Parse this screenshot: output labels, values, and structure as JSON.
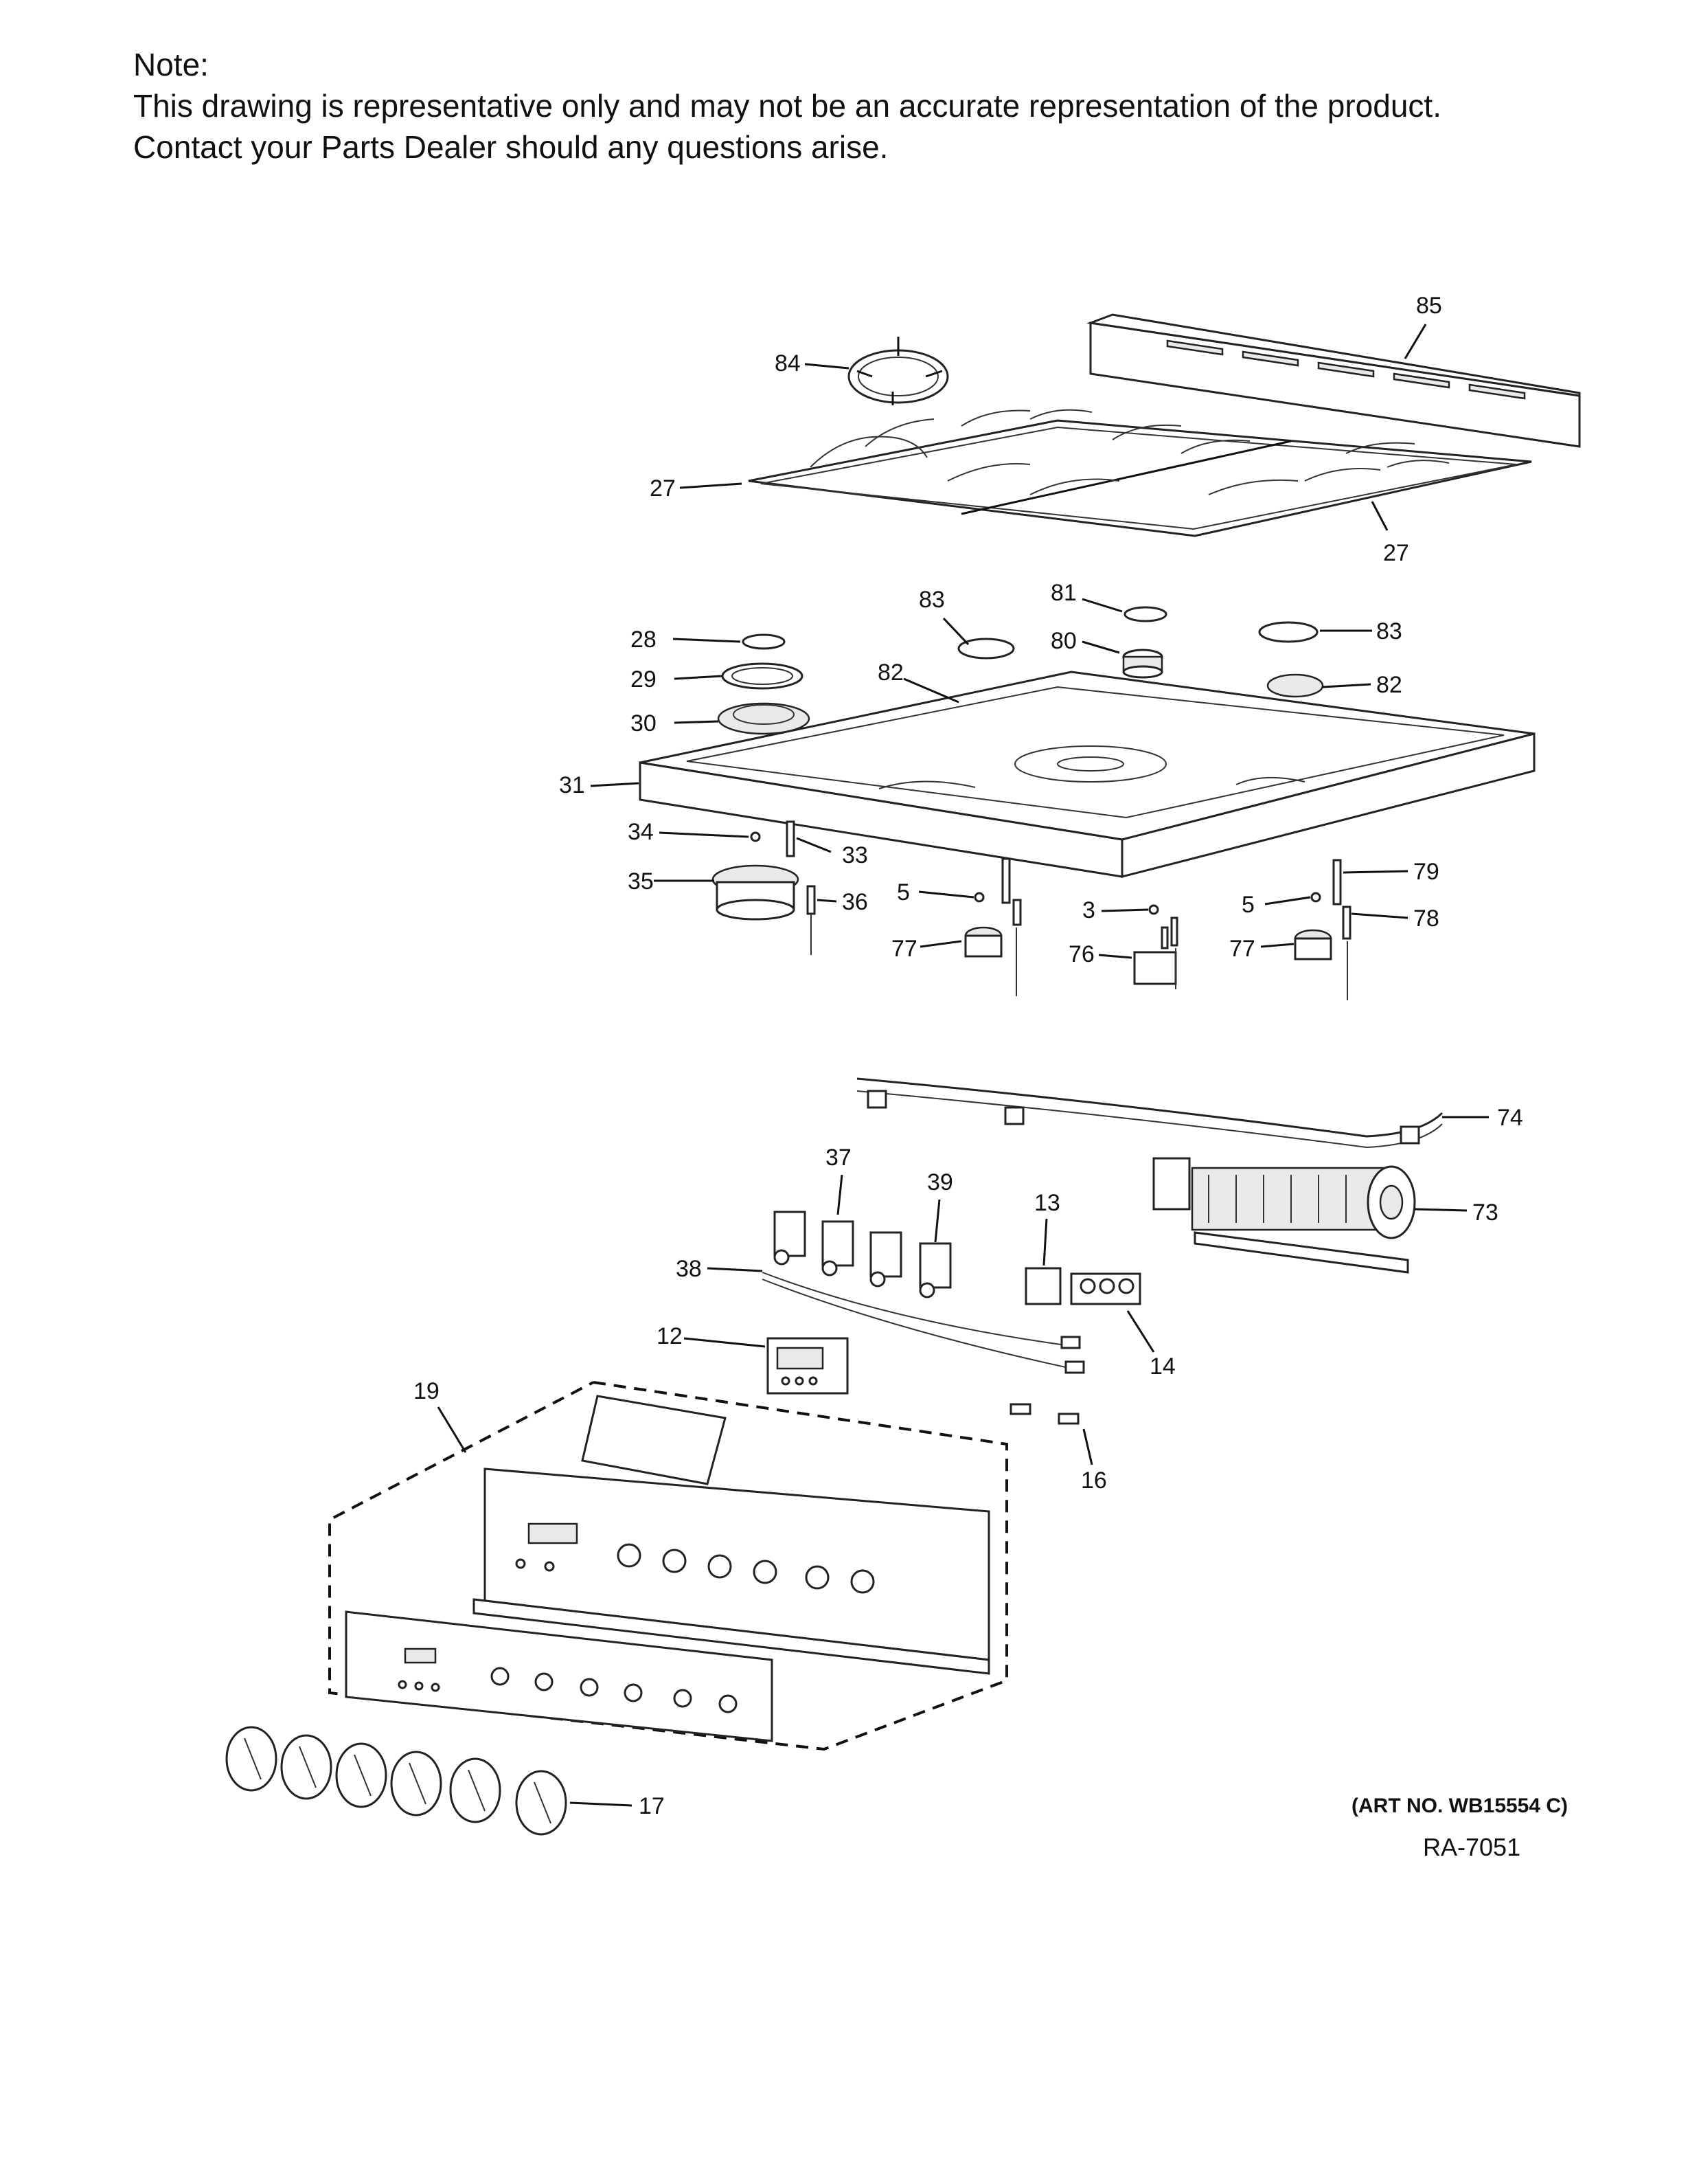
{
  "note": {
    "heading": "Note:",
    "line1": "This drawing is representative only and may not be an accurate representation of the product.",
    "line2": "Contact your Parts Dealer should any questions arise."
  },
  "labels": [
    "85",
    "84",
    "27",
    "27",
    "83",
    "81",
    "80",
    "83",
    "28",
    "29",
    "82",
    "82",
    "30",
    "31",
    "34",
    "33",
    "35",
    "36",
    "5",
    "79",
    "3",
    "5",
    "78",
    "77",
    "76",
    "77",
    "74",
    "37",
    "39",
    "73",
    "13",
    "38",
    "12",
    "14",
    "19",
    "16",
    "17"
  ],
  "footer": {
    "art_no": "(ART NO. WB15554 C)",
    "ra": "RA-7051"
  }
}
